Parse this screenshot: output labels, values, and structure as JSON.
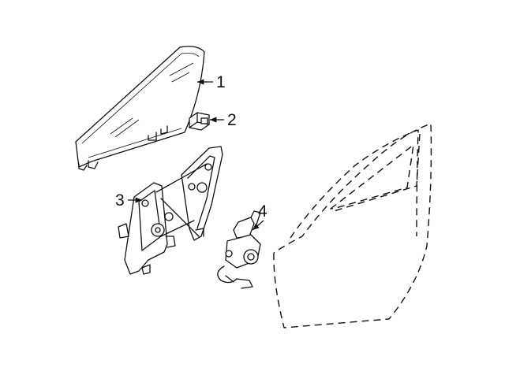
{
  "callouts": [
    {
      "label": "1",
      "part": "door-glass"
    },
    {
      "label": "2",
      "part": "glass-clip"
    },
    {
      "label": "3",
      "part": "window-regulator"
    },
    {
      "label": "4",
      "part": "window-motor"
    }
  ],
  "colors": {
    "line": "#111111",
    "background": "#ffffff"
  }
}
